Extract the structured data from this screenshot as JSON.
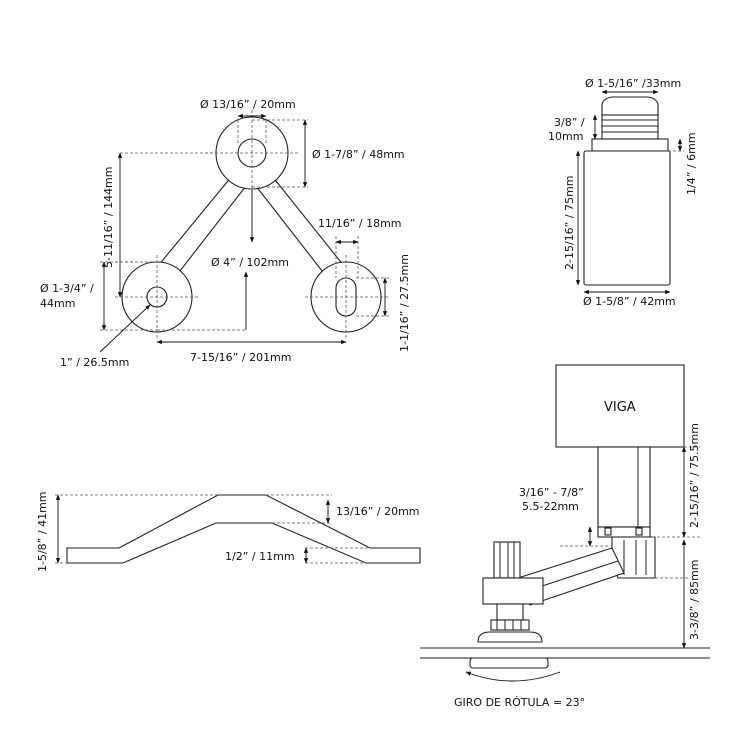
{
  "top_view": {
    "hole_diameter": "Ø 13/16” / 20mm",
    "top_disc_diameter": "Ø 1-7/8” / 48mm",
    "vertical_span": "5-11/16” / 144mm",
    "slot_width": "11/16” / 18mm",
    "center_distance": "Ø 4” / 102mm",
    "disc_diameter_line1": "Ø 1-3/4” /",
    "disc_diameter_line2": "44mm",
    "slot_height": "1-1/16” / 27.5mm",
    "small_hole": "1” / 26.5mm",
    "horizontal_span": "7-15/16” / 201mm"
  },
  "bolt_view": {
    "top_diameter": "Ø 1-5/16” /33mm",
    "thread_line1": "3/8” /",
    "thread_line2": "10mm",
    "collar": "1/4” / 6mm",
    "body_height": "2-15/16” / 75mm",
    "bottom_diameter": "Ø 1-5/8” / 42mm"
  },
  "side_view": {
    "total_height": "1-5/8” / 41mm",
    "bend_height": "13/16” / 20mm",
    "thickness": "1/2” / 11mm"
  },
  "assembly_view": {
    "beam_label": "VIGA",
    "glass_gap_line1": "3/16” - 7/8”",
    "glass_gap_line2": "5.5-22mm",
    "post_height": "2-15/16” / 75.5mm",
    "arm_height": "3-3/8” / 85mm",
    "rotation": "GIRO DE RÓTULA = 23°"
  }
}
